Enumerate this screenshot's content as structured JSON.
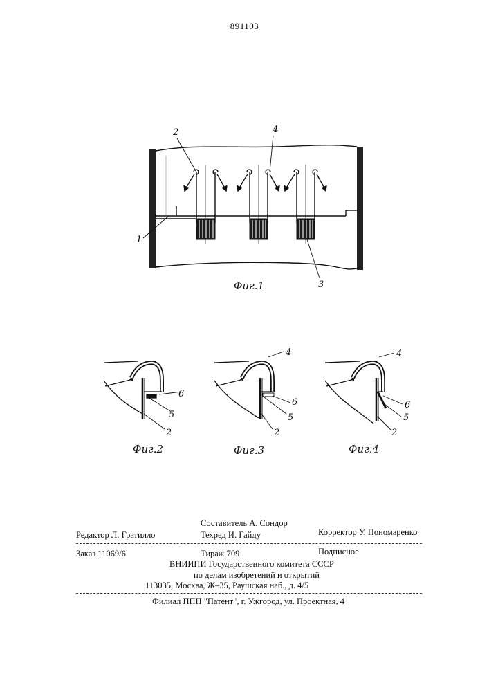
{
  "header": {
    "patent_number": "891103"
  },
  "figure1": {
    "caption": "Фиг.1",
    "labels": {
      "wall": "1",
      "tube": "2",
      "collar": "3",
      "lip": "4"
    }
  },
  "detail_figures": [
    {
      "caption": "Фиг.2",
      "labels": {
        "lip": "",
        "seal6": "6",
        "seal5": "5",
        "wall": "2"
      }
    },
    {
      "caption": "Фиг.3",
      "labels": {
        "lip": "4",
        "seal6": "6",
        "seal5": "5",
        "wall": "2"
      }
    },
    {
      "caption": "Фиг.4",
      "labels": {
        "lip": "4",
        "seal6": "6",
        "seal5": "5",
        "wall": "2"
      }
    }
  ],
  "footer": {
    "compiler": "Составитель А. Сондор",
    "editor": "Редактор Л. Гратилло",
    "techred": "Техред И. Гайду",
    "corrector": "Корректор У. Пономаренко",
    "order": "Заказ 11069/6",
    "circulation": "Тираж 709",
    "subscription": "Подписное",
    "org_line1": "ВНИИПИ Государственного комитета СССР",
    "org_line2": "по делам изобретений и открытий",
    "address": "113035, Москва, Ж–35, Раушская наб., д. 4/5",
    "branch": "Филиал ППП \"Патент\", г. Ужгород, ул. Проектная, 4"
  }
}
